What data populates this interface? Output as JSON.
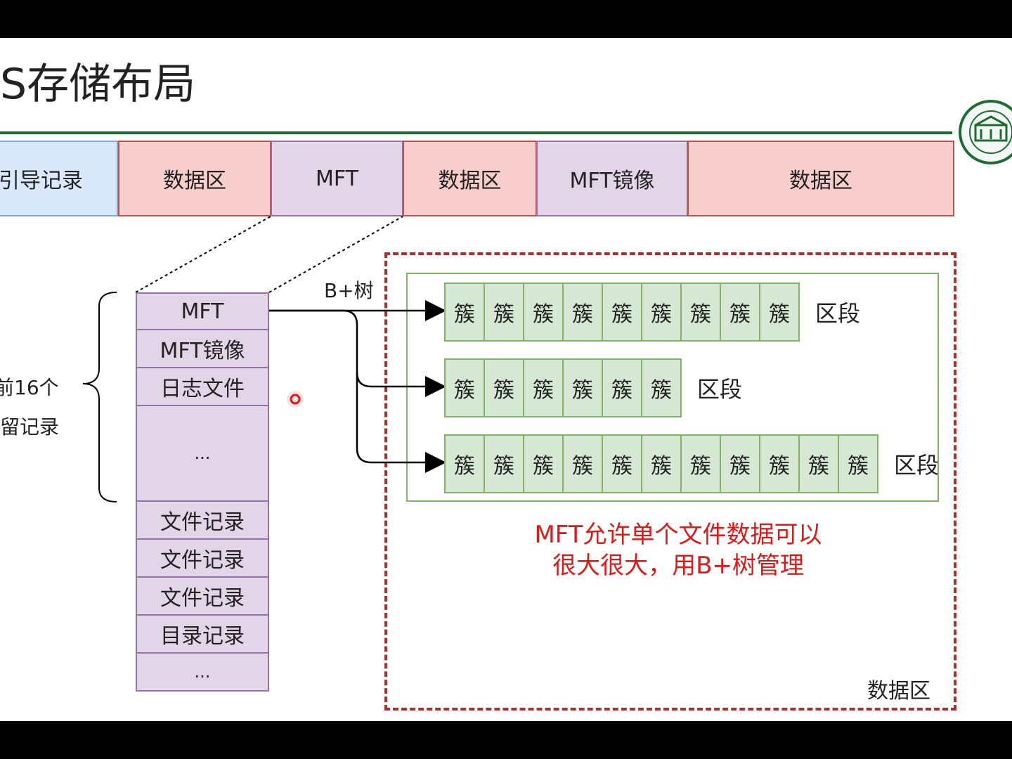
{
  "title": "S存储布局",
  "top_row": [
    {
      "label": "引导记录",
      "kind": "boot"
    },
    {
      "label": "数据区",
      "kind": "data"
    },
    {
      "label": "MFT",
      "kind": "mft"
    },
    {
      "label": "数据区",
      "kind": "data"
    },
    {
      "label": "MFT镜像",
      "kind": "mft"
    },
    {
      "label": "数据区",
      "kind": "data"
    }
  ],
  "mft_records": [
    "MFT",
    "MFT镜像",
    "日志文件",
    "...",
    "文件记录",
    "文件记录",
    "文件记录",
    "目录记录",
    "..."
  ],
  "brace_label": [
    "前16个",
    "留记录"
  ],
  "tree_label": "B+树",
  "extents": [
    {
      "clusters": [
        "簇",
        "簇",
        "簇",
        "簇",
        "簇",
        "簇",
        "簇",
        "簇",
        "簇"
      ],
      "label": "区段"
    },
    {
      "clusters": [
        "簇",
        "簇",
        "簇",
        "簇",
        "簇",
        "簇"
      ],
      "label": "区段"
    },
    {
      "clusters": [
        "簇",
        "簇",
        "簇",
        "簇",
        "簇",
        "簇",
        "簇",
        "簇",
        "簇",
        "簇",
        "簇"
      ],
      "label": "区段"
    }
  ],
  "note": [
    "MFT允许单个文件数据可以",
    "很大很大，用B+树管理"
  ],
  "data_region_label": "数据区",
  "colors": {
    "boot": "#dae8fc",
    "data": "#f8cecc",
    "mft": "#e1d5e7",
    "cluster": "#d5e8d4",
    "note": "#e01818",
    "rule": "#1e6b34"
  }
}
